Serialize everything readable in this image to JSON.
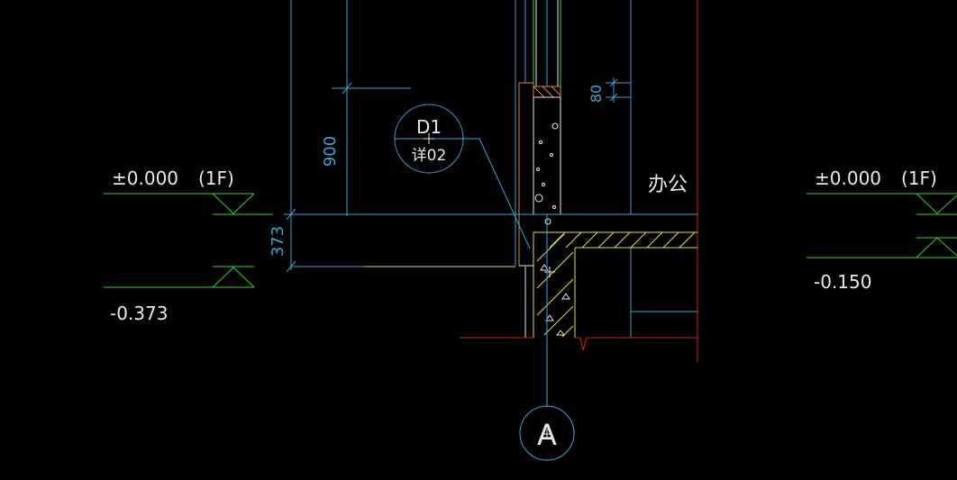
{
  "colors": {
    "background": "#000000",
    "cyan": "#3ba3d3",
    "green": "#33d433",
    "yellow": "#e0e040",
    "red": "#e01818",
    "white": "#e8e8e8",
    "blue": "#2b6bff",
    "orange": "#e08a3a"
  },
  "left_levels": {
    "upper_elevation": "±0.000",
    "upper_floor": "(1F)",
    "lower_elevation": "-0.373"
  },
  "right_levels": {
    "upper_elevation": "±0.000",
    "upper_floor": "(1F)",
    "lower_elevation": "-0.150"
  },
  "dimensions": {
    "height_900": "900",
    "height_373": "373",
    "width_80": "80"
  },
  "detail_callout": {
    "top": "D1",
    "bottom": "详02"
  },
  "room_label": "办公",
  "axis_label": "A"
}
